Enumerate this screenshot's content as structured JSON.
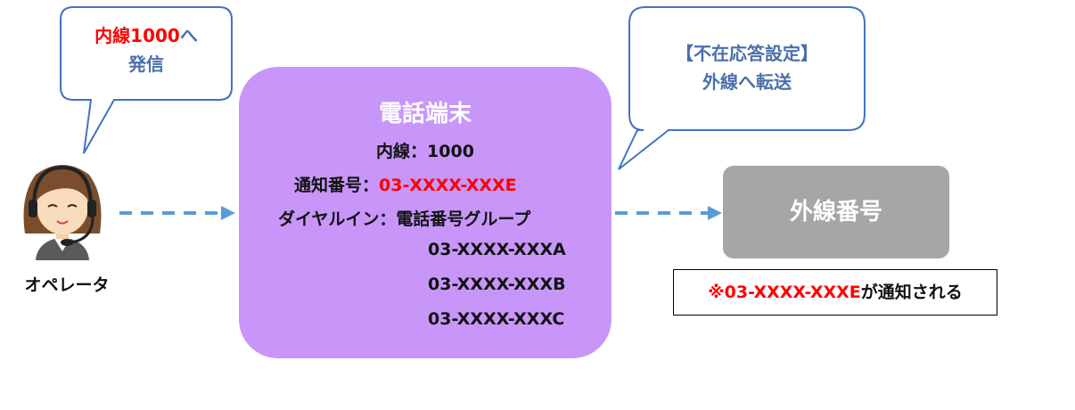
{
  "operator": {
    "label": "オペレータ",
    "bubble": {
      "target": "内線1000",
      "suffix": "へ",
      "line2": "発信"
    }
  },
  "terminal": {
    "title": "電話端末",
    "extension": "内線：1000",
    "caller_id_label": "通知番号：",
    "caller_id_value": "03-XXXX-XXXE",
    "dial_in_label": "ダイヤルイン：電話番号グループ",
    "dial_in_numbers": [
      "03-XXXX-XXXA",
      "03-XXXX-XXXB",
      "03-XXXX-XXXC"
    ]
  },
  "absence_bubble": {
    "line1": "【不在応答設定】",
    "line2": "外線へ転送"
  },
  "external": {
    "label": "外線番号"
  },
  "note": {
    "mark": "※03-XXXX-XXXE",
    "text": "が通知される"
  },
  "colors": {
    "terminal_fill": "#c896f8",
    "external_fill": "#a6a6a6",
    "arrow": "#5b9bd5",
    "bubble_border": "#4472c4",
    "highlight": "#ff0000"
  }
}
